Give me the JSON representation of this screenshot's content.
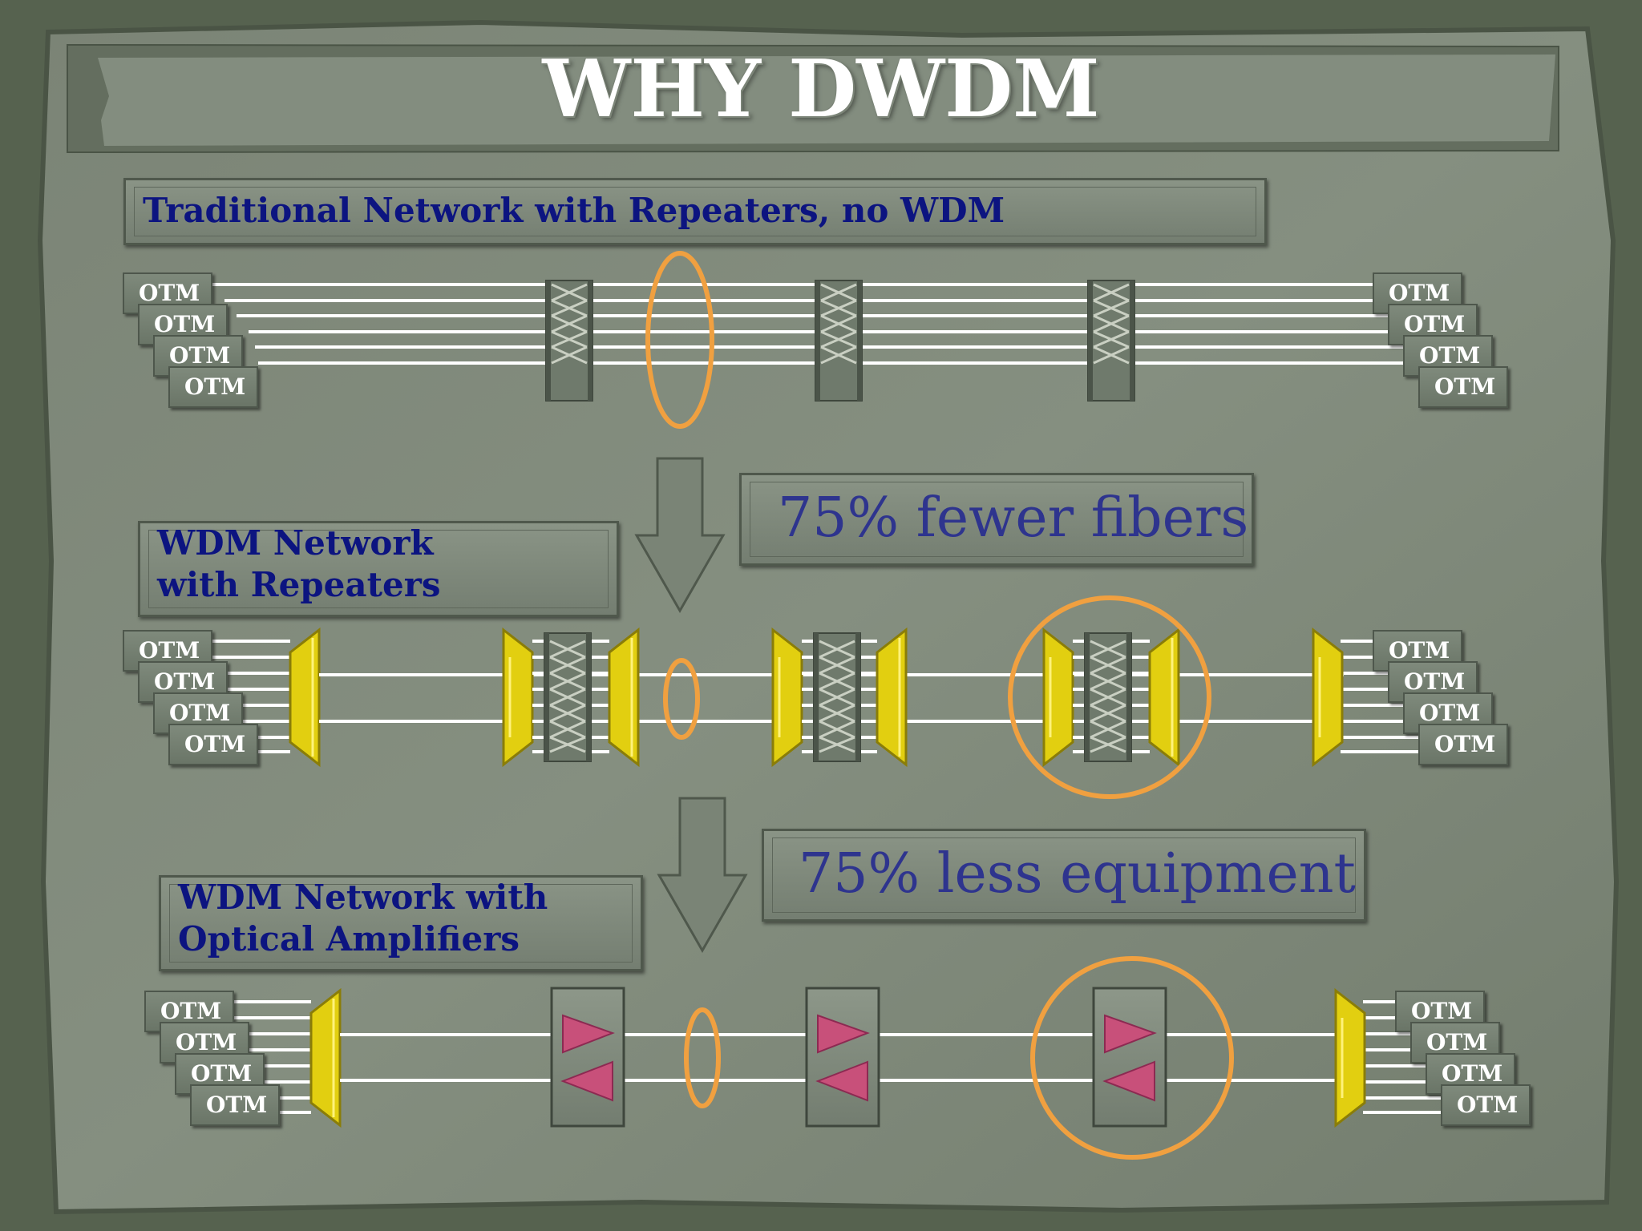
{
  "title": "WHY DWDM",
  "otm_label": "OTM",
  "section1": {
    "label": "Traditional Network with Repeaters, no WDM"
  },
  "section2": {
    "label_line1": "WDM Network",
    "label_line2": "with Repeaters"
  },
  "section3": {
    "label_line1": "WDM Network with",
    "label_line2": "Optical Amplifiers"
  },
  "callout_fibers": "75% fewer fibers",
  "callout_equipment": "75% less equipment",
  "colors": {
    "label_blue": "#0c1480",
    "callout_blue": "#2e348e",
    "highlight_orange": "#f0a040",
    "mux_yellow": "#e2cf10",
    "amp_pink": "#c8507a",
    "fiber_white": "#ffffff"
  }
}
